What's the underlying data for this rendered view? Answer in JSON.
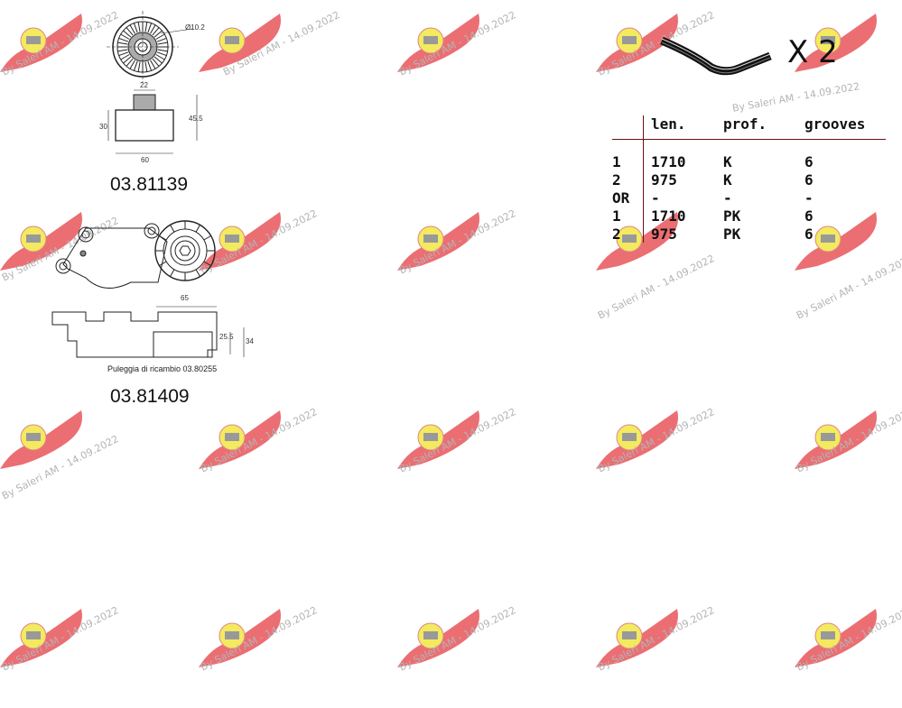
{
  "watermark": {
    "text": "By Saleri AM - 14.09.2022",
    "wing_color": "#e8555a",
    "badge_color": "#f3ea5f"
  },
  "part1": {
    "number": "03.81139",
    "dims": {
      "diameter": "Ø10.2",
      "top_width": "22",
      "height_total": "45.5",
      "height_body": "30",
      "width": "60"
    }
  },
  "part2": {
    "number": "03.81409",
    "caption": "Puleggia di ricambio 03.80255",
    "dims": {
      "offset": "65",
      "height_pulley": "25.5",
      "height_total": "34"
    }
  },
  "belts": {
    "quantity": "X 2",
    "headers": [
      "",
      "len.",
      "prof.",
      "grooves"
    ],
    "rows": [
      [
        "1",
        "1710",
        "K",
        "6"
      ],
      [
        "2",
        "975",
        "K",
        "6"
      ],
      [
        "OR",
        "-",
        "-",
        "-"
      ],
      [
        "1",
        "1710",
        "PK",
        "6"
      ],
      [
        "2",
        "975",
        "PK",
        "6"
      ]
    ]
  }
}
